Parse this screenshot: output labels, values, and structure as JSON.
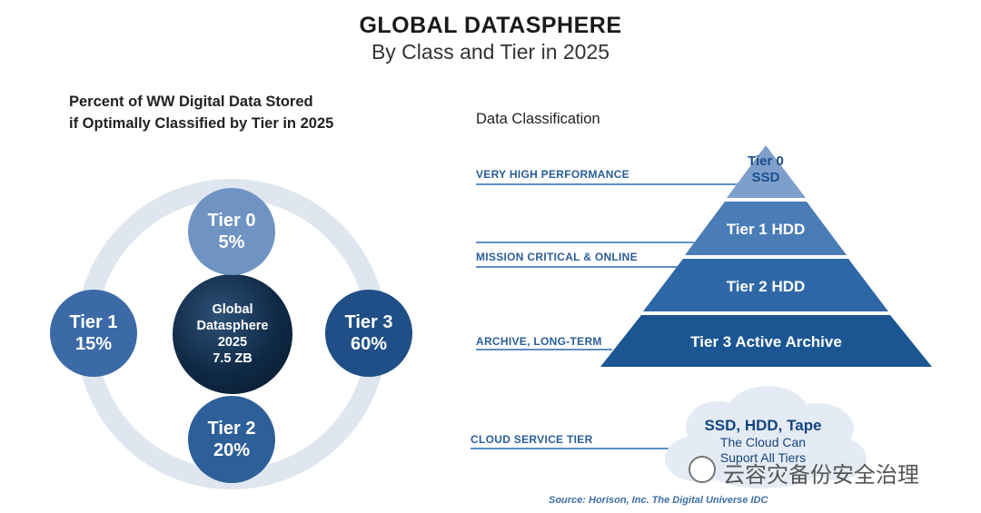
{
  "header": {
    "title": "GLOBAL DATASPHERE",
    "subtitle": "By Class and Tier in 2025"
  },
  "left": {
    "heading_line1": "Percent of WW Digital Data Stored",
    "heading_line2": "if Optimally Classified by Tier in 2025",
    "center": [
      "Global",
      "Datasphere",
      "2025",
      "7.5 ZB"
    ],
    "tiers": [
      {
        "name": "Tier 0",
        "pct": "5%",
        "color": "#6f93c2"
      },
      {
        "name": "Tier 1",
        "pct": "15%",
        "color": "#3b6aa7"
      },
      {
        "name": "Tier 2",
        "pct": "20%",
        "color": "#2d5f99"
      },
      {
        "name": "Tier 3",
        "pct": "60%",
        "color": "#1f4f86"
      }
    ]
  },
  "right": {
    "heading": "Data Classification",
    "classes": {
      "very_high": "VERY HIGH PERFORMANCE",
      "mission": "MISSION CRITICAL & ONLINE",
      "archive": "ARCHIVE, LONG-TERM",
      "cloud": "CLOUD SERVICE TIER"
    },
    "pyramid": {
      "tier0_line1": "Tier 0",
      "tier0_line2": "SSD",
      "tier1": "Tier 1 HDD",
      "tier2": "Tier 2 HDD",
      "tier3": "Tier 3 Active Archive"
    },
    "cloud": {
      "line1": "SSD, HDD, Tape",
      "line2": "The Cloud Can",
      "line3": "Suport All Tiers"
    }
  },
  "source": "Source: Horison, Inc. The Digital Universe IDC",
  "watermark": "云容灾备份安全治理",
  "colors": {
    "accent": "#2a5e97",
    "dark": "#1f4f86",
    "ring": "#dfe6ef"
  }
}
